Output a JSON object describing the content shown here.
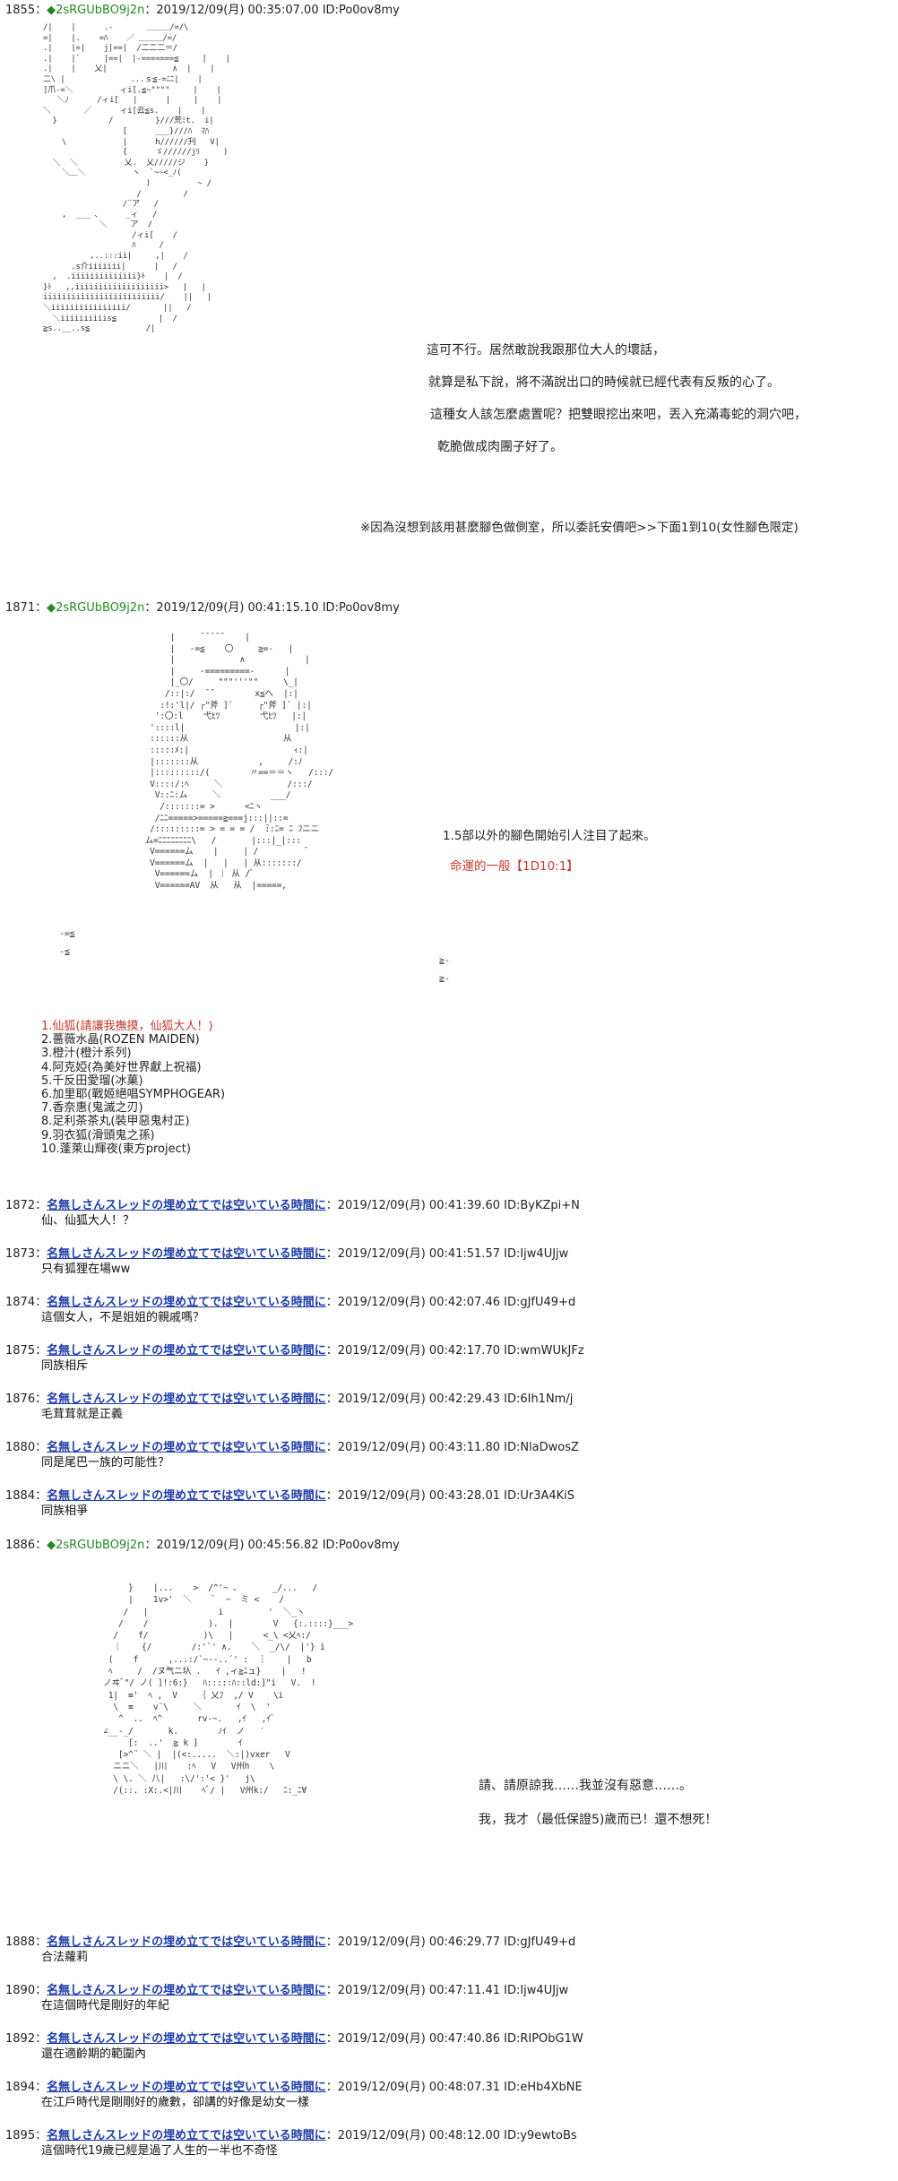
{
  "posts": {
    "p1855": {
      "num": "1855：",
      "trip": "◆2sRGUbBO9j2n",
      "meta": "：2019/12/09(月) 00:35:07.00 ID:Po0ov8my"
    },
    "p1871": {
      "num": "1871：",
      "trip": "◆2sRGUbBO9j2n",
      "meta": "：2019/12/09(月) 00:41:15.10 ID:Po0ov8my"
    },
    "p1886": {
      "num": "1886：",
      "trip": "◆2sRGUbBO9j2n",
      "meta": "：2019/12/09(月) 00:45:56.82 ID:Po0ov8my"
    }
  },
  "narration1855": [
    "這可不行。居然敢說我跟那位大人的壞話，",
    "就算是私下說，將不滿說出口的時候就已經代表有反叛的心了。",
    "這種女人該怎麼處置呢？把雙眼挖出來吧，丟入充滿毒蛇的洞穴吧，",
    "乾脆做成肉團子好了。",
    "※因為沒想到該用甚麼腳色做側室，所以委託安價吧>>下面1到10(女性腳色限定)"
  ],
  "narration1871": {
    "line1": "1.5部以外的腳色開始引人注目了起來。",
    "roll": "命運的一般【1D10:1】"
  },
  "list1871": [
    "1.仙狐(請讓我撫摸，仙狐大人！)",
    "2.薔薇水晶(ROZEN MAIDEN)",
    "3.橙汁(橙汁系列)",
    "4.阿克婭(為美好世界獻上祝福)",
    "5.千反田愛瑠(冰菓)",
    "6.加里耶(戰姬絕唱SYMPHOGEAR)",
    "7.香奈惠(鬼滅之刃)",
    "8.足利茶茶丸(裝甲惡鬼村正)",
    "9.羽衣狐(滑頭鬼之孫)",
    "10.蓬萊山輝夜(東方project)"
  ],
  "narration1886": [
    "請、請原諒我……我並沒有惡意……。",
    "我，我才（最低保證5)歲而已！還不想死！"
  ],
  "replies": [
    {
      "num": "1872：",
      "name": "名無しさんスレッドの埋め立てでは空いている時間に",
      "meta": "：2019/12/09(月) 00:41:39.60 ID:ByKZpi+N",
      "body": "仙、仙狐大人！？"
    },
    {
      "num": "1873：",
      "name": "名無しさんスレッドの埋め立てでは空いている時間に",
      "meta": "：2019/12/09(月) 00:41:51.57 ID:Ijw4UJjw",
      "body": "只有狐狸在場ww"
    },
    {
      "num": "1874：",
      "name": "名無しさんスレッドの埋め立てでは空いている時間に",
      "meta": "：2019/12/09(月) 00:42:07.46 ID:gJfU49+d",
      "body": "這個女人，不是姐姐的親戚嗎？"
    },
    {
      "num": "1875：",
      "name": "名無しさんスレッドの埋め立てでは空いている時間に",
      "meta": "：2019/12/09(月) 00:42:17.70 ID:wmWUkJFz",
      "body": "同族相斥"
    },
    {
      "num": "1876：",
      "name": "名無しさんスレッドの埋め立てでは空いている時間に",
      "meta": "：2019/12/09(月) 00:42:29.43 ID:6Ih1Nm/j",
      "body": "毛茸茸就是正義"
    },
    {
      "num": "1880：",
      "name": "名無しさんスレッドの埋め立てでは空いている時間に",
      "meta": "：2019/12/09(月) 00:43:11.80 ID:NlaDwosZ",
      "body": "同是尾巴一族的可能性？"
    },
    {
      "num": "1884：",
      "name": "名無しさんスレッドの埋め立てでは空いている時間に",
      "meta": "：2019/12/09(月) 00:43:28.01 ID:Ur3A4KiS",
      "body": "同族相爭"
    },
    {
      "num": "1888：",
      "name": "名無しさんスレッドの埋め立てでは空いている時間に",
      "meta": "：2019/12/09(月) 00:46:29.77 ID:gJfU49+d",
      "body": "合法蘿莉"
    },
    {
      "num": "1890：",
      "name": "名無しさんスレッドの埋め立てでは空いている時間に",
      "meta": "：2019/12/09(月) 00:47:11.41 ID:Ijw4UJjw",
      "body": "在這個時代是剛好的年紀"
    },
    {
      "num": "1892：",
      "name": "名無しさんスレッドの埋め立てでは空いている時間に",
      "meta": "：2019/12/09(月) 00:47:40.86 ID:RIPObG1W",
      "body": "還在適齡期的範圍內"
    },
    {
      "num": "1894：",
      "name": "名無しさんスレッドの埋め立てでは空いている時間に",
      "meta": "：2019/12/09(月) 00:48:07.31 ID:eHb4XbNE",
      "body": "在江戶時代是剛剛好的歲數，卻講的好像是幼女一樣"
    },
    {
      "num": "1895：",
      "name": "名無しさんスレッドの埋め立てでは空いている時間に",
      "meta": "：2019/12/09(月) 00:48:12.00 ID:y9ewtoBs",
      "body": "這個時代19歲已經是過了人生的一半也不奇怪"
    }
  ],
  "art": {
    "a1855": "/|    |      .-       ＿＿＿/=/\\\n=|    |.    =ﾊ    ／ ＿＿＿/=/\n.|    |=|    j|==|  /二二二＝/\n.|    |`     |==|  |-=======≦     |    |\n.|    |    乂|              ∧  |    |\n二\\ |              ...ｓ≦-=ﾆﾆ|    |\n]爪-=＼          ィi[.≦~\"\"\"\"     |    |\n   ＼ﾉ      /ィi[   |      |     |    |\n＼       ／      ィi[云≦s.    |    |\n  }           /         }///荒ﾐt.  i|\n                 [      ___}///ﾊ  ﾏﾊ\n    \\            |      h//////刋   V|\n                 {      ゞ//////jﾘ     )\n  ＼  ＼          乂.  乂/////ジ    }\n    ＼＿＼          ヽ  `~~<_ﾉ(\n                      )          ~ /\n                    /         /\n                 /¨ア   /\n    ,  ___ 、     _ィ   /\n            ＼     ア  /\n                   /ィi[    /\n                   ﾊ     /\n          ,..:::ii|     ,|    /\n      .s介iiiiiii|      |   /\n  ,  .iiiiiiiiiiiiii}ﾄ    |  /\n}ﾄ   ,,iiiiiiiiiiiiiiiiiii>   |   |\niiiiiiiiiiiiiiiiiiiiiiiii/    ||   |\n＼iiiiiiiiiiiiiiii/       ||   /\n  ＼iiiiiiiiiis≦         |  /\n≧s..__..s≦            /|",
    "a1871": "      |     ̄ ̄ ̄ ̄ ̄     |\n      |   -=≦    〇     ≧=-   |\n      |             ∧            |\n      |     -=========-      |\n      |_〇/     \"\"\"'''\"\"     \\_|\n     /::|:/  ̄ ̄         x≦ヘ  |:|\n    :!:'l|/ ┌\"斧 ]`     ┌\"斧 ]` |:|\n   ':〇:l    弋ﾋﾂ        弋ﾋﾂ   |:|\n  '::::l|                      |:|\n  ::::::从                   从\n  :::::ﾒ:|                     ｨ:|\n  |:::::::从            ,     /:ﾉ\n  |:::::::::/(        〃==＝＝ヽ   /:::/\n  V::::/:ﾍ     ＼             /:::/\n   V::ﾆ:ム     ＼          ___/\n    /:::::::= >      <ﾆヽ\n   /ﾆﾆ=====>=====≧===j:::||::=\n  /:::::::::= > = = = /  ̄::ﾆ= ﾆ ﾌニニ\n ム=ﾆﾆﾆﾆﾆﾆﾆﾆ\\   /       |:::|_|:::\n  V======ム    |     | /         ̄\n  V======ム  |   |   | 从:::::::/\n   V======ム  | ｜ 从 /ﾞ\n   V======AV  从   从  |=====,",
    "a1871b": "-=≦\n\n-≦",
    "a1871c": "≧-\n\n≧-",
    "a1886": "       }    |...    >  /^'~ ､       _/...   /\n       |    1v>'  ＼    ﾞ  ~  ミ <    /\n      /   |              i         '  ＼_ヽ\n     /    /            ).  |        V   {:.::::}___>\n    /    f/           )\\   |      <_\\ <乂ﾍ:/ \n    ｜    {/        /:'`' ∧.    ＼  _/\\/  |'} i\n   (    f      ,...:/`~--..´' :  ︙    |   b\n   ﾍ     /  /ヌ气ニ圦 .   ｲ ,ィ≧ﾆュ}    |   !\n  ノヰﾞ\"/ ノ( ]!:6:}   ﾊ:::::ﾊ::ld:]\"i   V.  !\n   1|  ≡'  ﾍ ,  V    ｛ 乂ﾌ  ,/ V    \\i\n    \\  ≡    v¨\\     ＼       ｲ  \\  '\n     ^  ..  ﾍ^       rv-~.   ,ｲ   ,ｲﾞ\n  ∠__-_/       k.        ﾉｲ  ノ   ′\n       [:  ..'  ≧ k ]        ｲ\n     [>^¨ ＼ |  |(<:.....  ＼:|)vxer   V\n    ニニ＼   |川    :ﾍ   V   V州h    \\\n    \\ \\. ＼ 八|   :\\/':'< }'   j\\\n    /(::. :X:.<|川    ﾍﾞ/ |   V州k:/   ﾆ:_ﾆ∀"
  }
}
